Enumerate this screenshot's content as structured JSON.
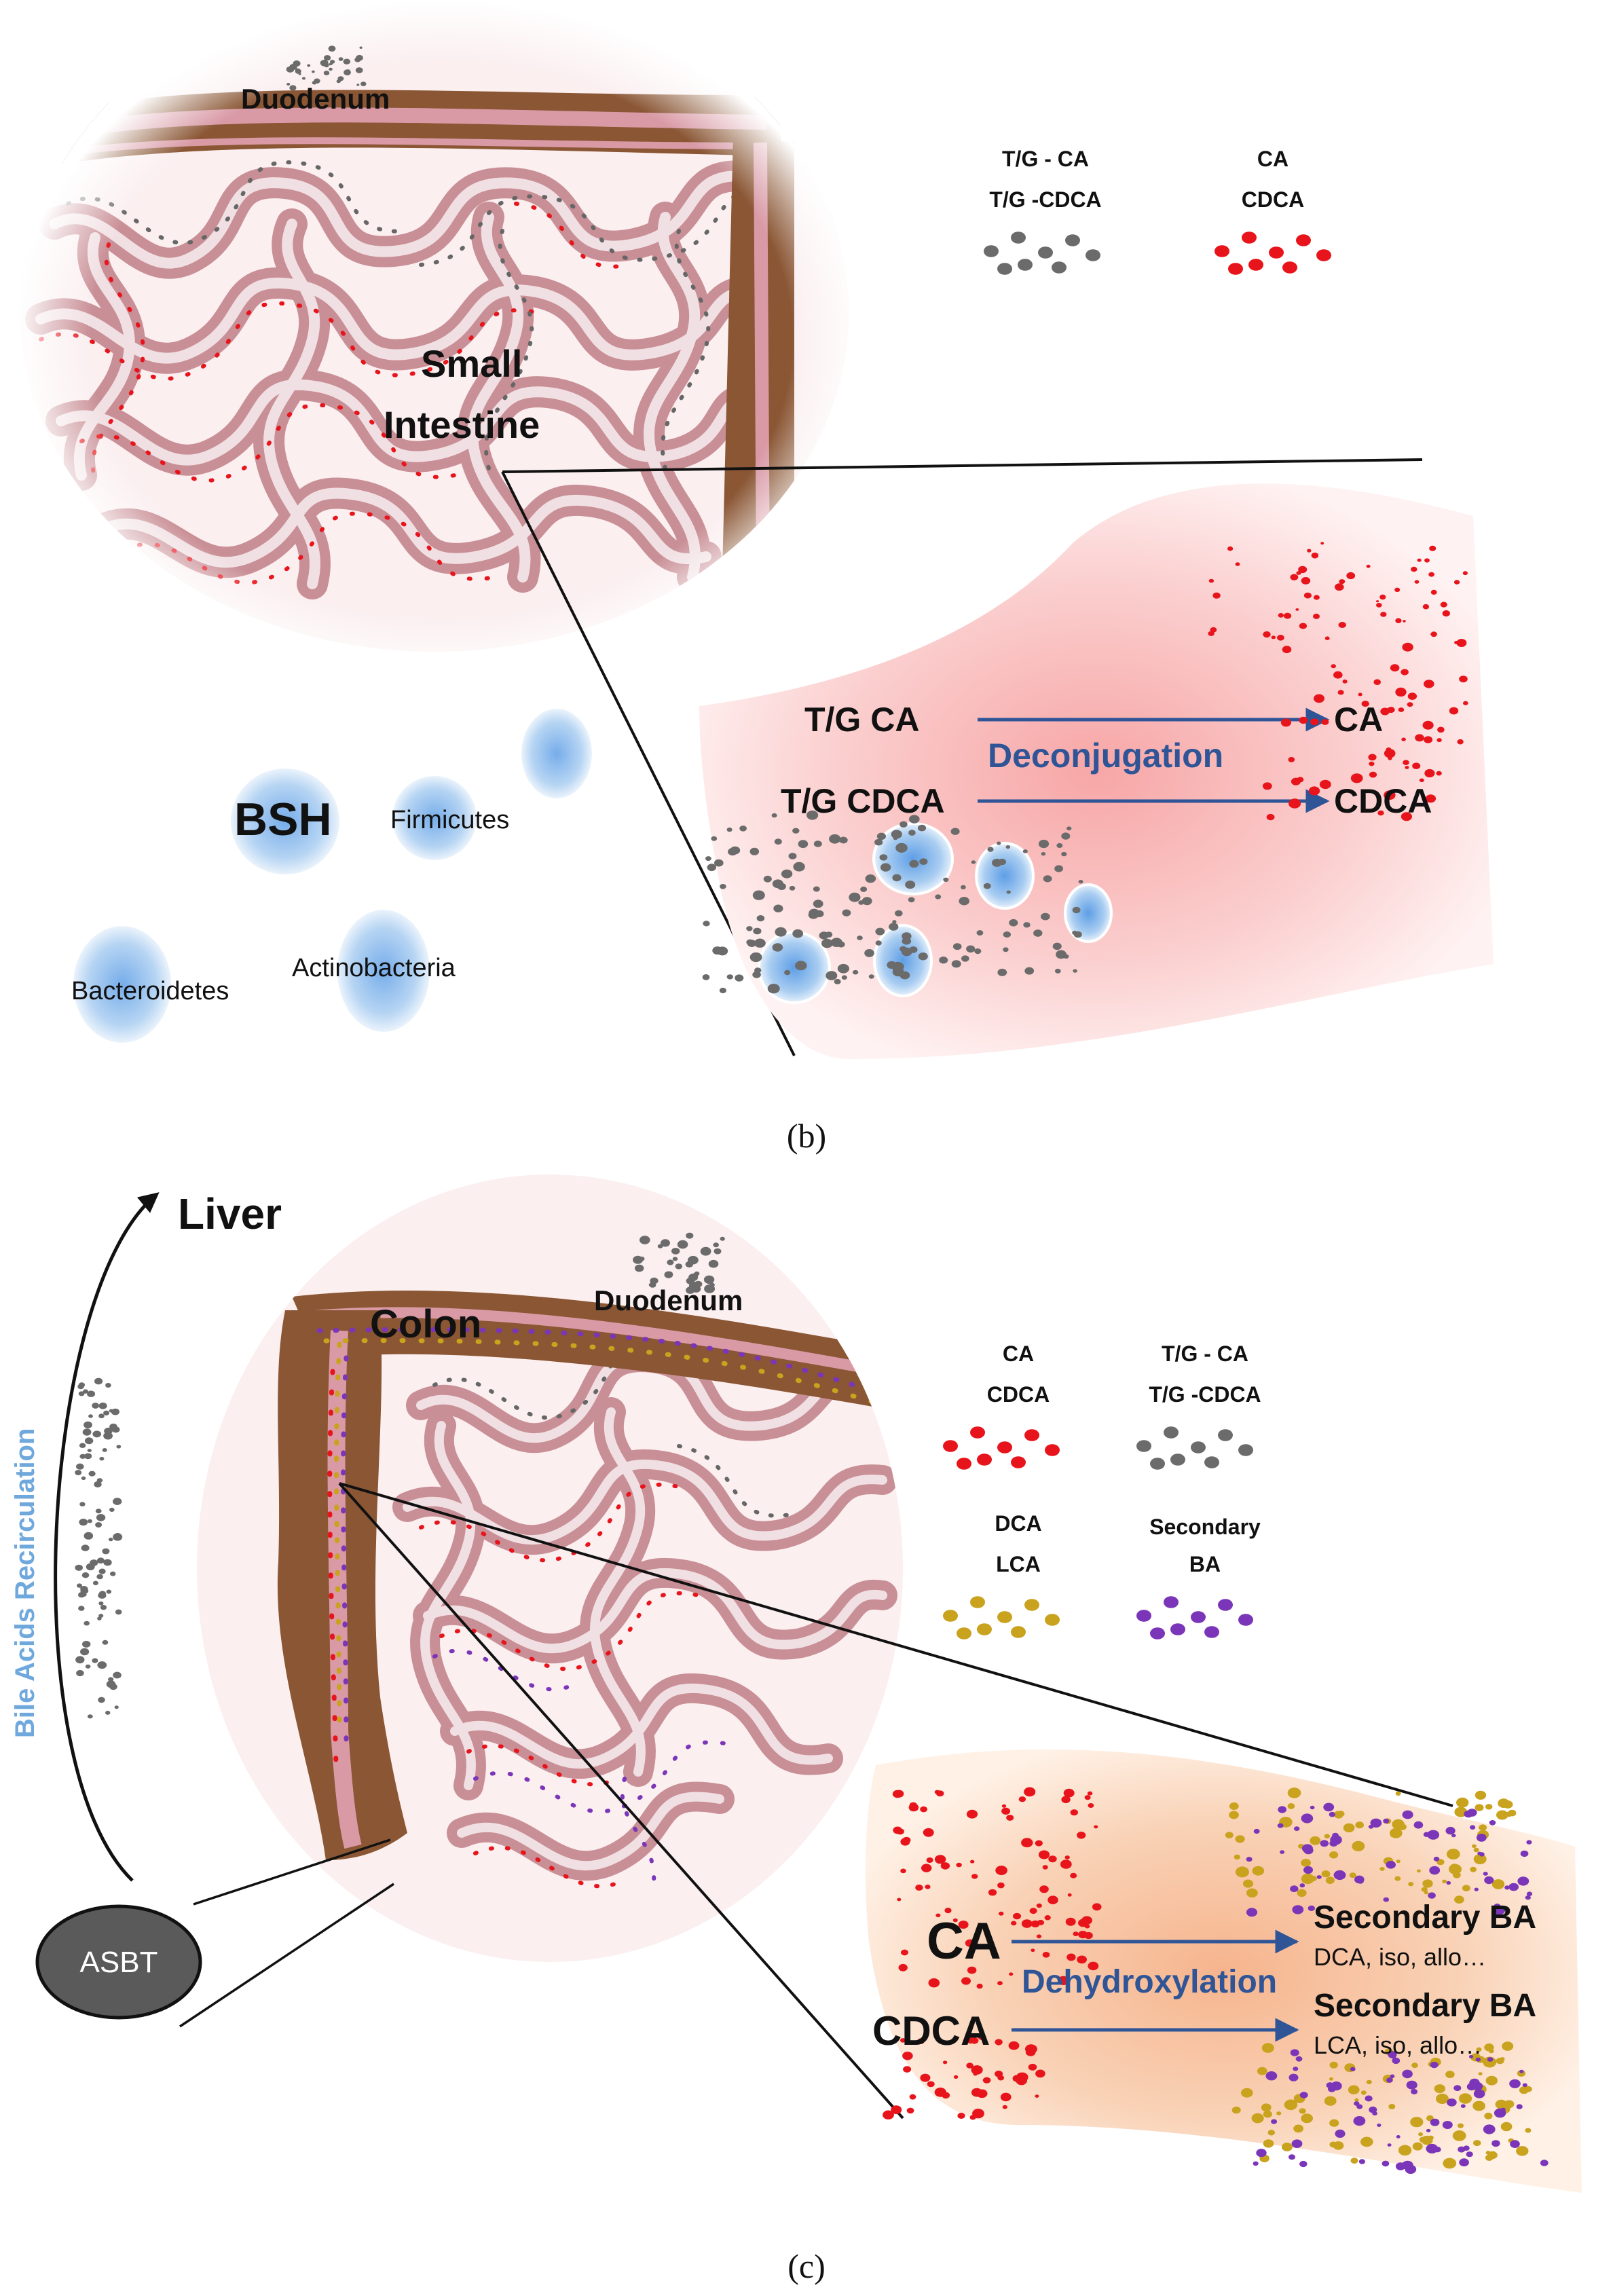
{
  "panel_b": {
    "caption": "(b)",
    "duodenum": "Duodenum",
    "small_intestine": [
      "Small",
      "Intestine"
    ],
    "legend_conjugated": [
      "T/G - CA",
      "T/G -CDCA"
    ],
    "legend_unconjugated": [
      "CA",
      "CDCA"
    ],
    "bsh": "BSH",
    "bacteria": [
      "Firmicutes",
      "Bacteroidetes",
      "Actinobacteria"
    ],
    "reaction_from": [
      "T/G CA",
      "T/G CDCA"
    ],
    "reaction_to": [
      "CA",
      "CDCA"
    ],
    "process": "Deconjugation"
  },
  "panel_c": {
    "caption": "(c)",
    "liver": "Liver",
    "recirculation": "Bile Acids Recirculation",
    "colon": "Colon",
    "duodenum": "Duodenum",
    "asbt": "ASBT",
    "legend_primary": [
      "CA",
      "CDCA"
    ],
    "legend_conjugated": [
      "T/G - CA",
      "T/G -CDCA"
    ],
    "legend_dca_lca": [
      "DCA",
      "LCA"
    ],
    "legend_secondary": [
      "Secondary",
      "BA"
    ],
    "reaction_from": [
      "CA",
      "CDCA"
    ],
    "process": "Dehydroxylation",
    "product_1": "Secondary BA",
    "product_1_detail": "DCA, iso, allo…",
    "product_2": "Secondary BA",
    "product_2_detail": "LCA, iso, allo…"
  },
  "colors": {
    "conjugated": "#6b6b6b",
    "unconjugated": "#e8141b",
    "dca_lca": "#c9a21e",
    "secondary": "#7b35b8",
    "process": "#2f5597",
    "wall": "#8a5634",
    "mucosa": "#c98f96",
    "bacteria": "#9cc3ea",
    "recirculation": "#6fa8dc"
  }
}
